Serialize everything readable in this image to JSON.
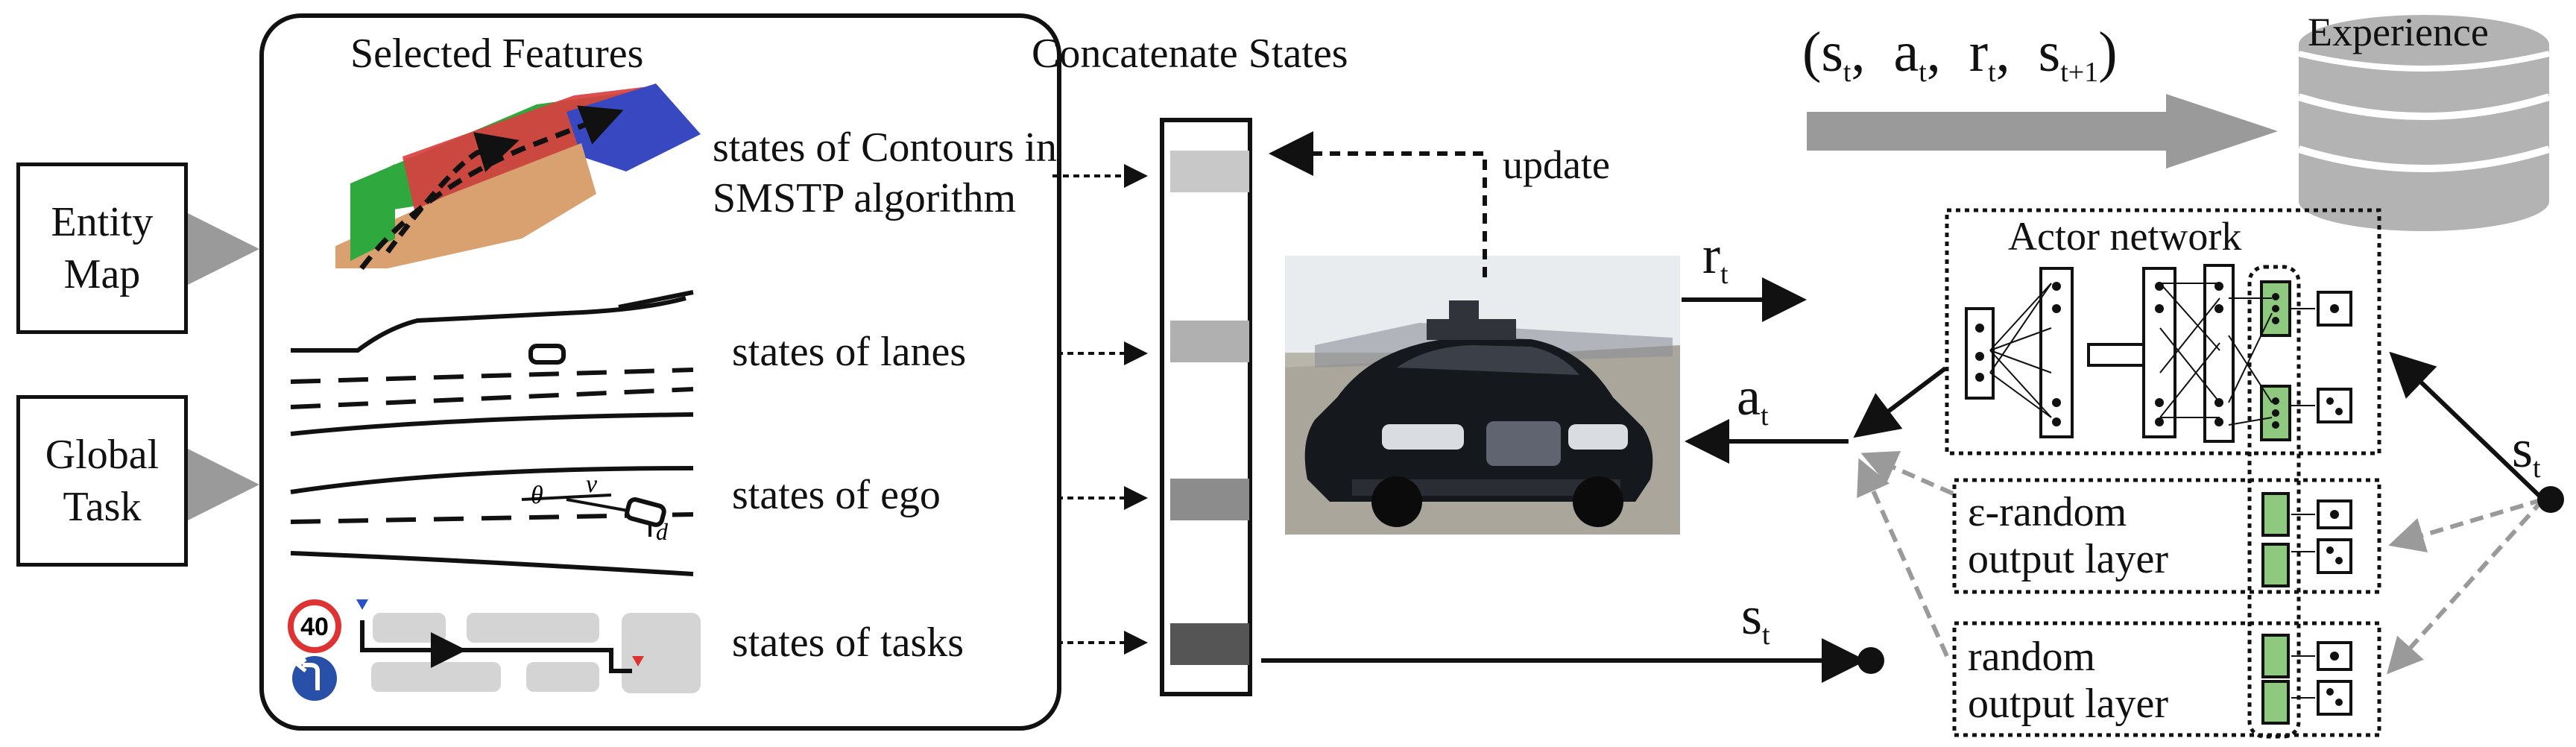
{
  "left_inputs": {
    "entity_map": [
      "Entity",
      "Map"
    ],
    "global_task": [
      "Global",
      "Task"
    ]
  },
  "main_panel": {
    "selected_features_title": "Selected Features",
    "concatenate_states_title": "Concatenate States",
    "states": {
      "contours": [
        "states of Contours in",
        "SMSTP algorithm"
      ],
      "lanes": "states of lanes",
      "ego": "states of ego",
      "tasks": "states of tasks"
    },
    "speed_sign": "40",
    "ego_labels": {
      "theta": "θ",
      "v": "v",
      "d": "d"
    },
    "update_label": "update"
  },
  "experience": {
    "tuple_label": "(s_t, a_t, r_t, s_t+1)",
    "tuple": [
      {
        "base": "s",
        "sub": "t"
      },
      {
        "base": "a",
        "sub": "t"
      },
      {
        "base": "r",
        "sub": "t"
      },
      {
        "base": "s",
        "sub": "t+1"
      }
    ],
    "label": "Experience"
  },
  "signals": {
    "reward": {
      "base": "r",
      "sub": "t"
    },
    "action": {
      "base": "a",
      "sub": "t"
    },
    "state_out": {
      "base": "s",
      "sub": "t"
    },
    "state_in": {
      "base": "s",
      "sub": "t"
    }
  },
  "policy": {
    "actor_network": "Actor network",
    "epsilon_random": [
      "ε-random",
      "output layer"
    ],
    "random": [
      "random",
      "output layer"
    ]
  },
  "colors": {
    "state_contours": "#c8c8c8",
    "state_lanes": "#b0b0b0",
    "state_ego": "#8c8c8c",
    "state_tasks": "#555555",
    "arrow_gray": "#8a8a8a",
    "neuron_green": "#8fc97f",
    "region_green": "#3cb44b",
    "region_red": "#d94040",
    "region_blue": "#3b4fc4",
    "region_orange": "#d9a070",
    "road_block": "#d4d4d4"
  }
}
